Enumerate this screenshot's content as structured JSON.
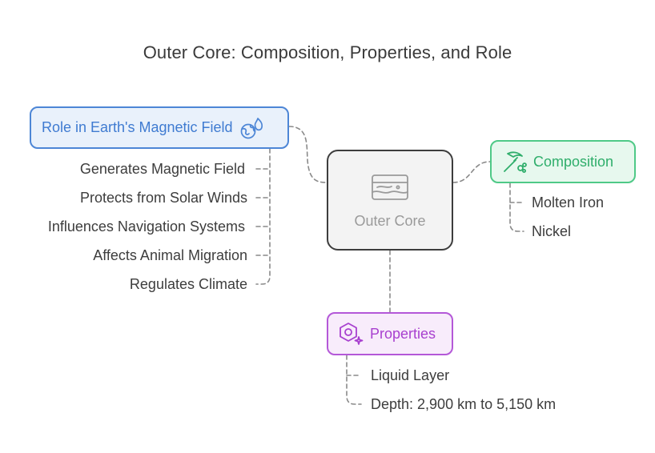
{
  "title": "Outer Core: Composition, Properties, and Role",
  "center": {
    "label": "Outer Core",
    "icon": "earth-layers-icon"
  },
  "role": {
    "label": "Role in Earth's Magnetic Field",
    "icon": "globe-flame-icon",
    "items": [
      "Generates Magnetic Field",
      "Protects from Solar Winds",
      "Influences Navigation Systems",
      "Affects Animal Migration",
      "Regulates Climate"
    ]
  },
  "composition": {
    "label": "Composition",
    "icon": "pickaxe-icon",
    "items": [
      "Molten Iron",
      "Nickel"
    ]
  },
  "properties": {
    "label": "Properties",
    "icon": "hexagon-sparkle-icon",
    "items": [
      "Liquid Layer",
      "Depth: 2,900 km to 5,150 km"
    ]
  },
  "colors": {
    "role": "#4d86d6",
    "composition": "#4fc987",
    "properties": "#b458d8",
    "center": "#3d3d3d"
  }
}
